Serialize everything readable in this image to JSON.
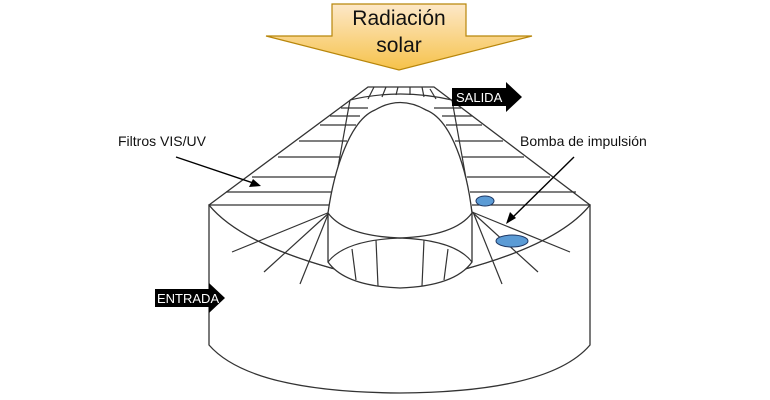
{
  "solar_arrow": {
    "line1": "Radiación",
    "line2": "solar",
    "gradient_top": "#fde8c8",
    "gradient_bottom": "#f6c24a",
    "stroke": "#b8860b"
  },
  "labels": {
    "filters": "Filtros VIS/UV",
    "pump": "Bomba de impulsión",
    "outlet": "SALIDA",
    "inlet": "ENTRADA"
  },
  "colors": {
    "pump_fill": "#5b9bd5",
    "pump_stroke": "#1f3864",
    "flow_arrow": "#000000"
  }
}
